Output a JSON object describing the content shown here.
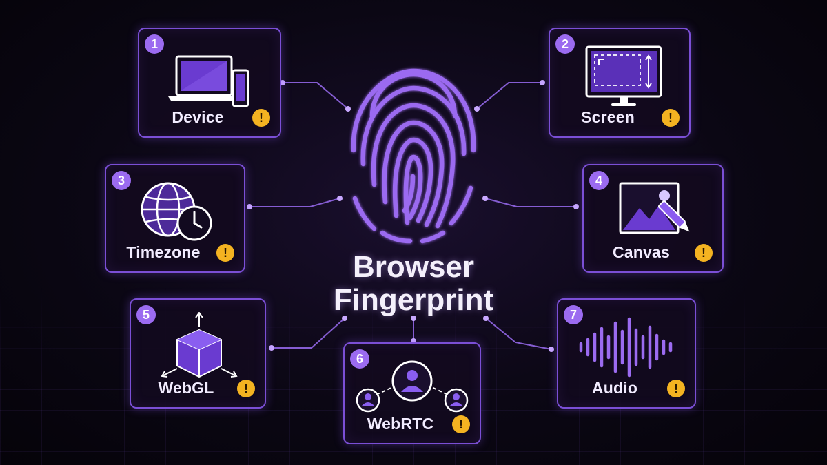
{
  "diagram": {
    "title_line1": "Browser",
    "title_line2": "Fingerprint",
    "nodes": [
      {
        "number": "1",
        "label": "Device",
        "warning": "!",
        "icon": "device-icon"
      },
      {
        "number": "2",
        "label": "Screen",
        "warning": "!",
        "icon": "screen-icon"
      },
      {
        "number": "3",
        "label": "Timezone",
        "warning": "!",
        "icon": "globe-clock-icon"
      },
      {
        "number": "4",
        "label": "Canvas",
        "warning": "!",
        "icon": "canvas-icon"
      },
      {
        "number": "5",
        "label": "WebGL",
        "warning": "!",
        "icon": "cube-icon"
      },
      {
        "number": "6",
        "label": "WebRTC",
        "warning": "!",
        "icon": "network-users-icon"
      },
      {
        "number": "7",
        "label": "Audio",
        "warning": "!",
        "icon": "waveform-icon"
      }
    ]
  },
  "colors": {
    "accent": "#9b6bf0",
    "border": "#7b4fd6",
    "warning": "#f4b321",
    "background": "#0b0714"
  }
}
